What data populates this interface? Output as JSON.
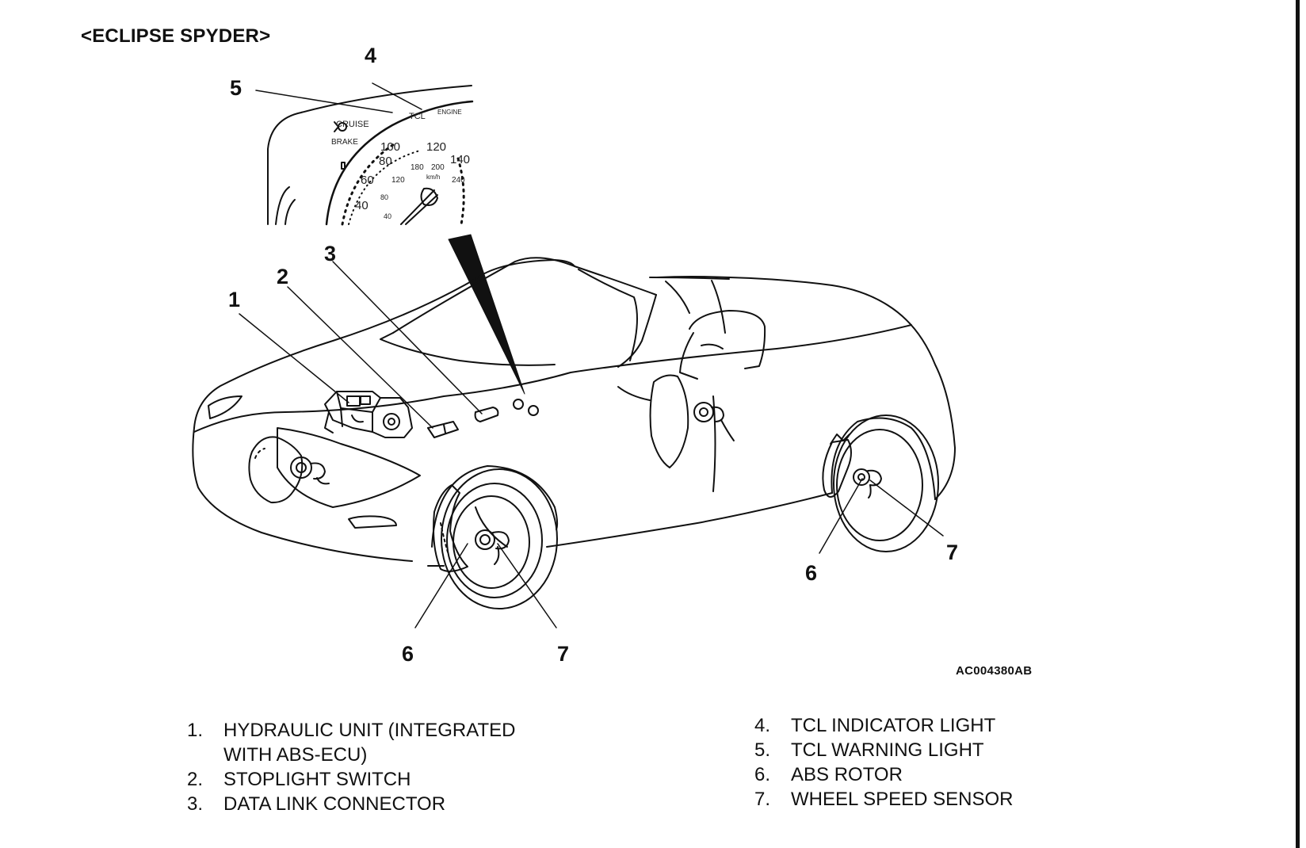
{
  "title": "<ECLIPSE SPYDER>",
  "figure_code": "AC004380AB",
  "callout_numbers": {
    "n1": "1",
    "n2": "2",
    "n3": "3",
    "n4": "4",
    "n5": "5",
    "n6a": "6",
    "n7a": "7",
    "n6b": "6",
    "n7b": "7"
  },
  "gauge_labels": {
    "cruise": "CRUISE",
    "brake": "BRAKE",
    "tcl": "TCL",
    "engine": "ENGINE",
    "s100": "100",
    "s120": "120",
    "s140": "140",
    "s80": "80",
    "s60": "60",
    "s40": "40",
    "k180": "180",
    "k200": "200",
    "k240": "240",
    "k120": "120",
    "kmh": "km/h",
    "k80": "80",
    "k40": "40"
  },
  "legend_left": [
    {
      "num": "1.",
      "text": "HYDRAULIC UNIT (INTEGRATED",
      "cont": "WITH ABS-ECU)"
    },
    {
      "num": "2.",
      "text": "STOPLIGHT SWITCH"
    },
    {
      "num": "3.",
      "text": "DATA LINK CONNECTOR"
    }
  ],
  "legend_right": [
    {
      "num": "4.",
      "text": "TCL INDICATOR LIGHT"
    },
    {
      "num": "5.",
      "text": "TCL WARNING LIGHT"
    },
    {
      "num": "6.",
      "text": "ABS ROTOR"
    },
    {
      "num": "7.",
      "text": "WHEEL SPEED SENSOR"
    }
  ]
}
